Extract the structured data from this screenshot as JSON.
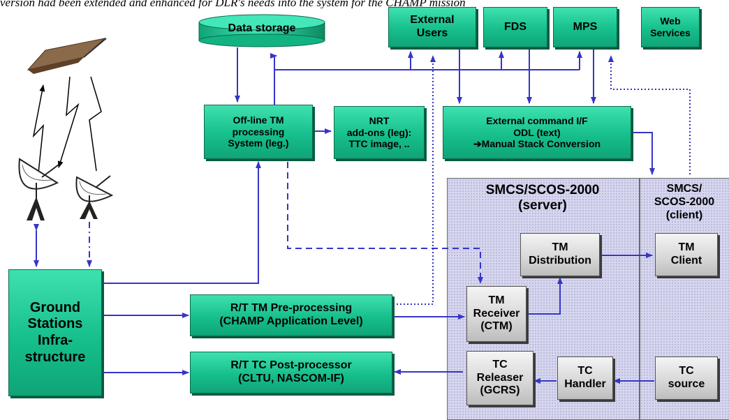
{
  "header_text": "version had been extended and enhanced for DLR's needs into the system for the CHAMP mission",
  "regions": {
    "server_title": "SMCS/SCOS-2000\n(server)",
    "client_title": "SMCS/\nSCOS-2000\n(client)"
  },
  "nodes": {
    "data_storage": "Data storage",
    "external_users": "External\nUsers",
    "fds": "FDS",
    "mps": "MPS",
    "web_services": "Web\nServices",
    "offline_tm": "Off-line TM\nprocessing\nSystem (leg.)",
    "nrt_addons": "NRT\nadd-ons (leg):\nTTC image, ..",
    "ext_cmd_if": "External command  I/F\nODL (text)\n➔Manual Stack Conversion",
    "ground_stations": "Ground\nStations\nInfra-\nstructure",
    "rt_tm_pre": "R/T TM Pre-processing\n(CHAMP Application Level)",
    "rt_tc_post": "R/T TC Post-processor\n(CLTU, NASCOM-IF)",
    "tm_distribution": "TM\nDistribution",
    "tm_client": "TM\nClient",
    "tm_receiver": "TM\nReceiver\n(CTM)",
    "tc_releaser": "TC\nReleaser\n(GCRS)",
    "tc_handler": "TC\nHandler",
    "tc_source": "TC\nsource"
  },
  "colors": {
    "green_box": "#16bf8c",
    "grey_box": "#d6d6d6",
    "arrow": "#3535c8",
    "region_bg": "#d6d6ee"
  }
}
